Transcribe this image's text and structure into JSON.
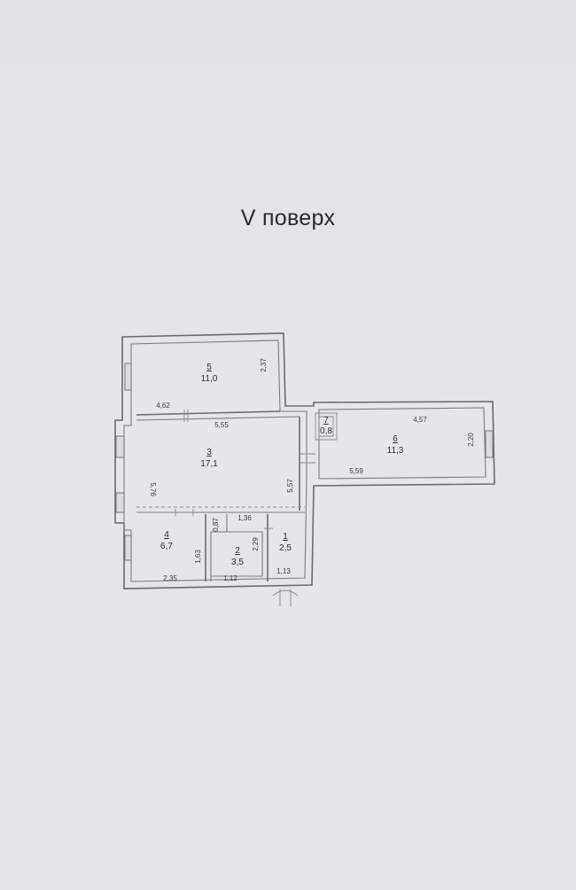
{
  "floor_label": "V поверх",
  "rooms": [
    {
      "number": "5",
      "area": "11,0"
    },
    {
      "number": "3",
      "area": "17,1"
    },
    {
      "number": "7",
      "area": "0,8"
    },
    {
      "number": "6",
      "area": "11,3"
    },
    {
      "number": "4",
      "area": "6,7"
    },
    {
      "number": "2",
      "area": "3,5"
    },
    {
      "number": "1",
      "area": "2,5"
    }
  ],
  "dimensions": {
    "d_2_37": "2,37",
    "d_4_62": "4,62",
    "d_5_55": "5,55",
    "d_4_57": "4,57",
    "d_2_20": "2,20",
    "d_5_59": "5,59",
    "d_5_76": "5,76",
    "d_5_57": "5,57",
    "d_0_87": "0,87",
    "d_1_36": "1,36",
    "d_1_63": "1,63",
    "d_2_29": "2,29",
    "d_2_35": "2,35",
    "d_1_12": "1,12",
    "d_1_13": "1,13"
  }
}
